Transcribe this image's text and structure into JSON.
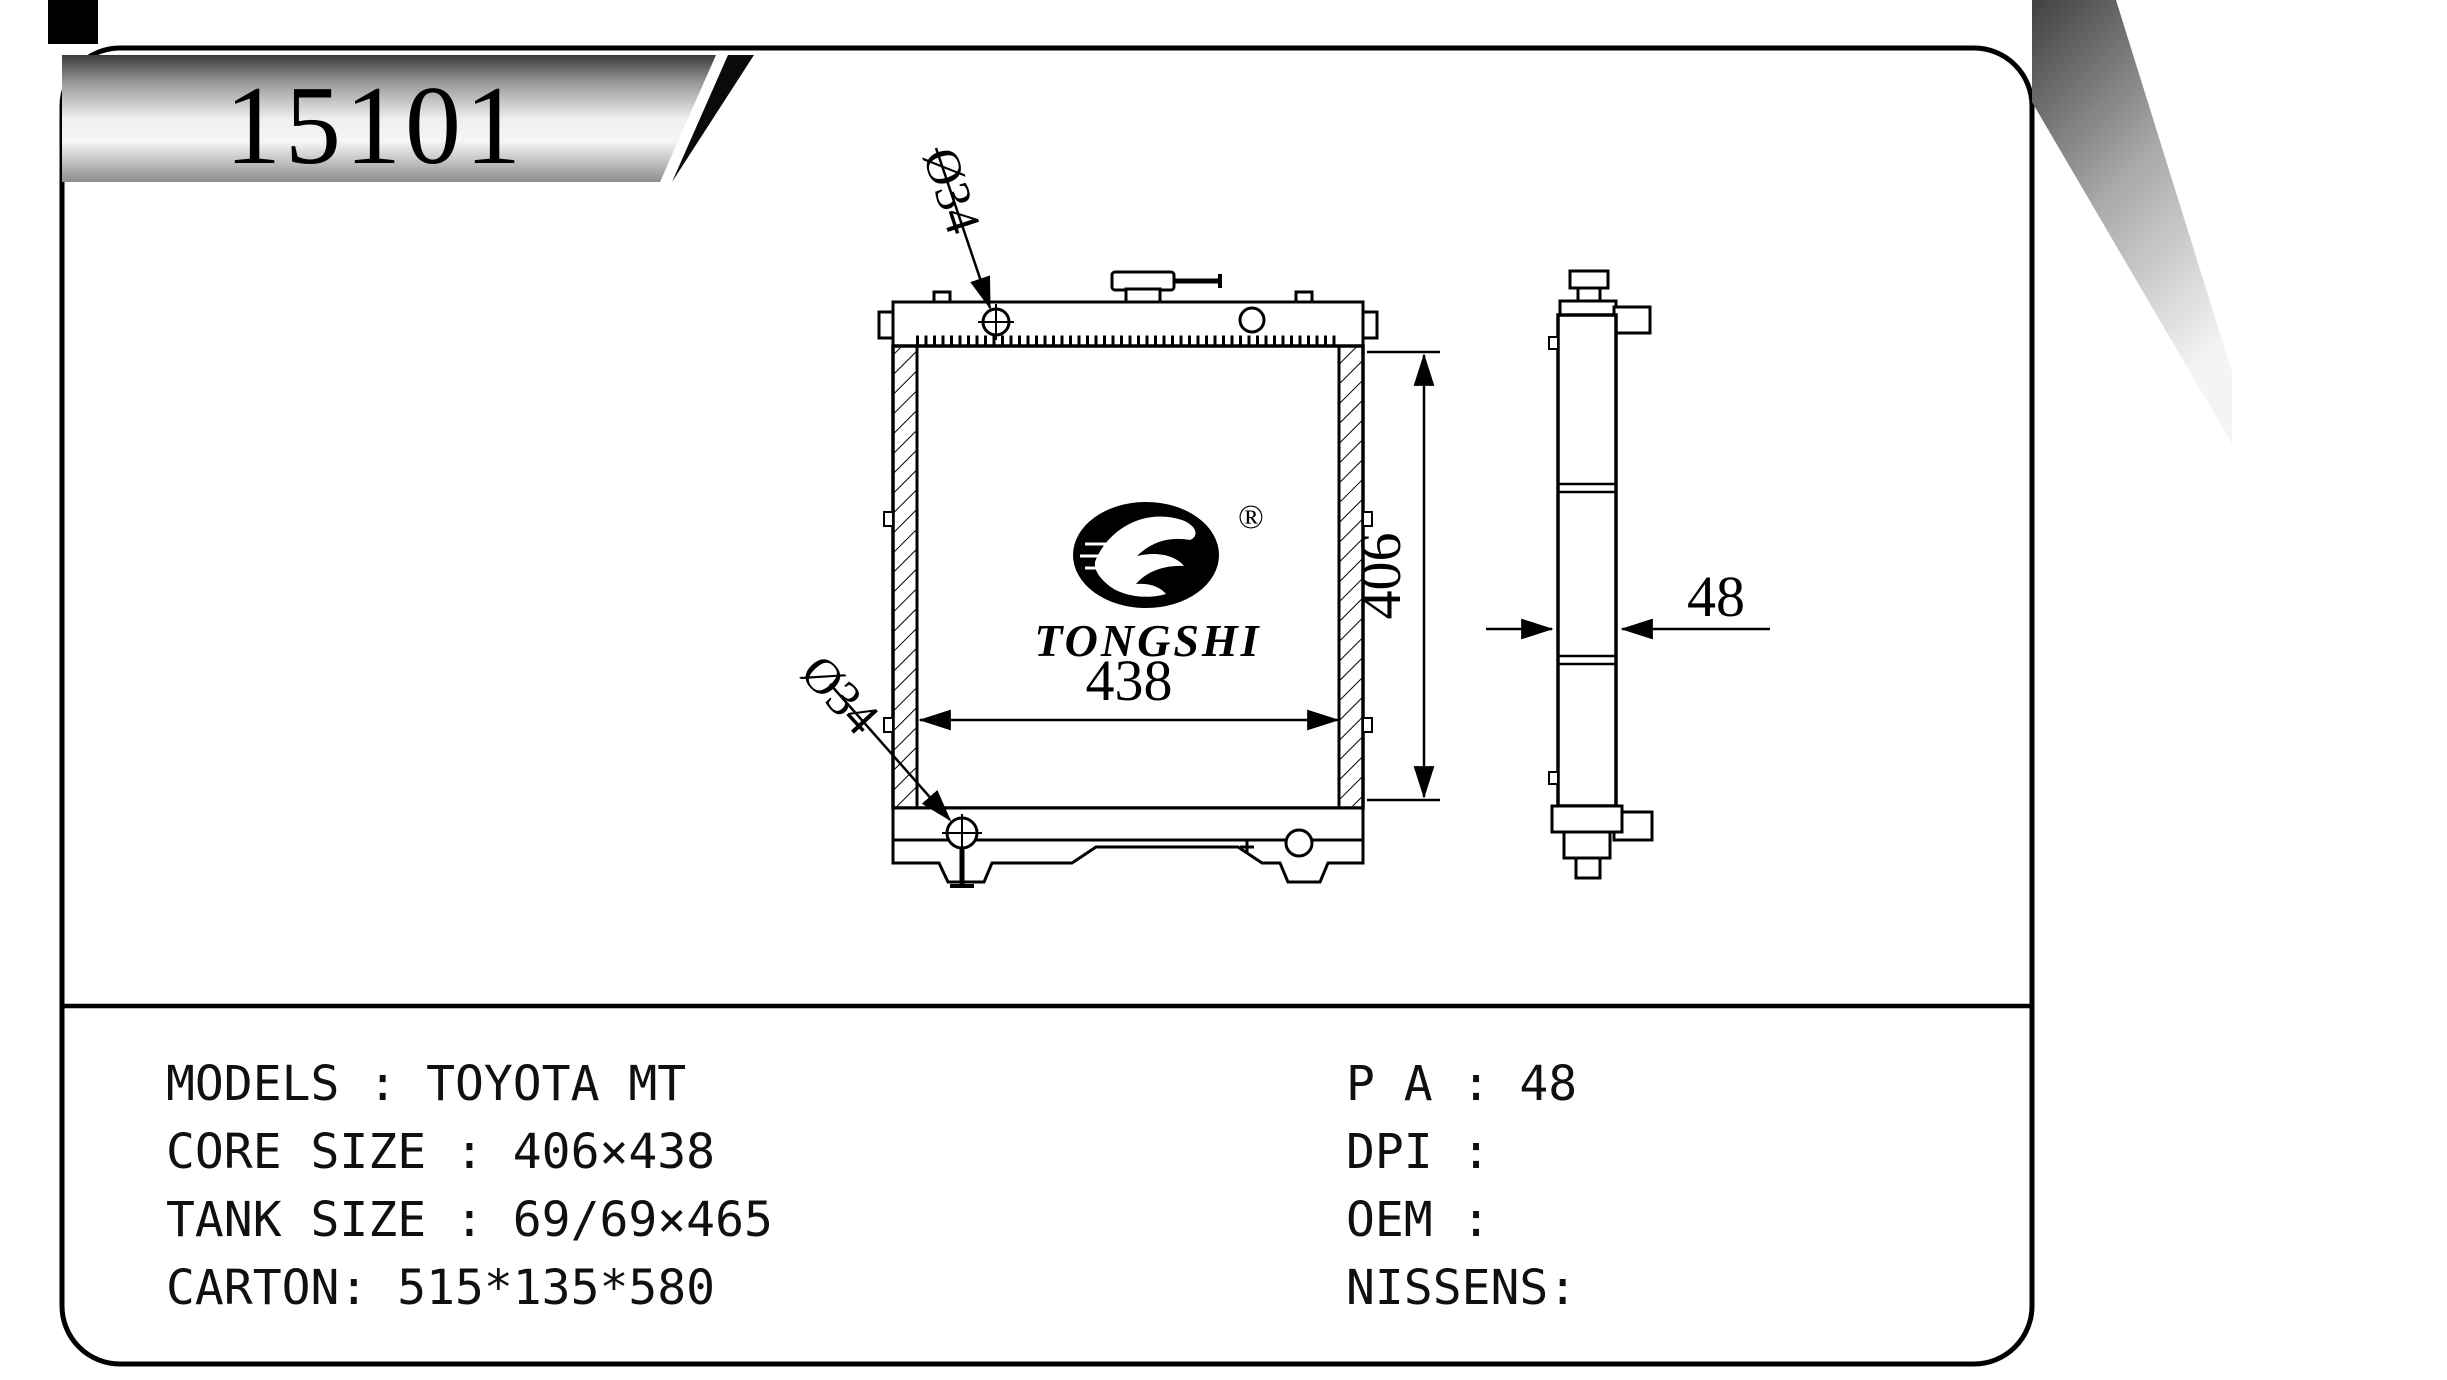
{
  "part_number": "15101",
  "logo": {
    "brand": "TONGSHI",
    "registered_mark": "®"
  },
  "dimensions": {
    "top_inlet_diameter": "Ø34",
    "bottom_outlet_diameter": "Ø34",
    "core_width": "438",
    "core_height": "406",
    "core_thickness": "48"
  },
  "specs": {
    "left": [
      "MODELS : TOYOTA MT",
      "CORE SIZE : 406×438",
      "TANK SIZE : 69/69×465",
      "CARTON: 515*135*580"
    ],
    "right": [
      "P A : 48",
      "DPI :",
      "OEM :",
      "NISSENS:"
    ]
  },
  "colors": {
    "line": "#000000",
    "background": "#ffffff",
    "banner_gradient": [
      "#3b3b3b",
      "#eeeeee",
      "#8c8c8c"
    ]
  }
}
